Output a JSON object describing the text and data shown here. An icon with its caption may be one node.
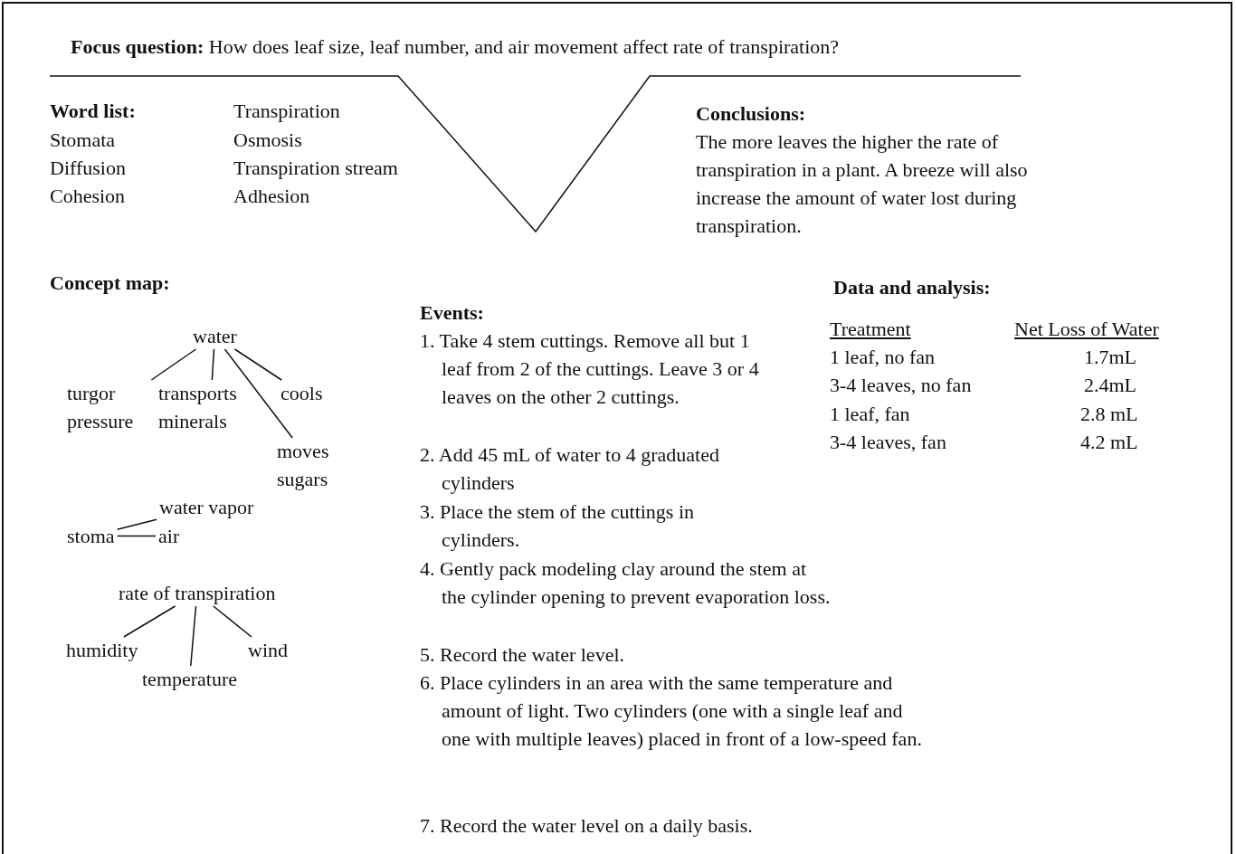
{
  "diagram": {
    "title": "**Focus question:** How does leaf size, leaf number, and air movement affect rate of transpiration?",
    "nodes": [
      {
        "text": [
          "water"
        ]
      },
      {
        "text": [
          "turgor pressure"
        ]
      },
      {
        "text": [
          "transports minerals"
        ]
      },
      {
        "text": [
          "cools"
        ]
      },
      {
        "text": [
          "moves sugars"
        ]
      },
      {
        "text": [
          "water vapor"
        ]
      },
      {
        "text": [
          "stoma"
        ]
      },
      {
        "text": [
          "air"
        ]
      },
      {
        "text": [
          "rate of transpiration"
        ]
      },
      {
        "text": [
          "humidity"
        ]
      },
      {
        "text": [
          "temperature"
        ]
      },
      {
        "text": [
          "wind"
        ]
      }
    ],
    "edges": [
      {
        "from": 0,
        "to": 1,
        "arrow": "none"
      },
      {
        "from": 0,
        "to": 2,
        "arrow": "none"
      },
      {
        "from": 0,
        "to": 3,
        "arrow": "none"
      },
      {
        "from": 0,
        "to": 4,
        "arrow": "none"
      },
      {
        "from": 6,
        "to": 5,
        "arrow": "none"
      },
      {
        "from": 6,
        "to": 7,
        "arrow": "none"
      },
      {
        "from": 8,
        "to": 9,
        "arrow": "none"
      },
      {
        "from": 8,
        "to": 10,
        "arrow": "none"
      },
      {
        "from": 8,
        "to": 11,
        "arrow": "none"
      }
    ],
    "labels": [
      "Word list:",
      "Transpiration",
      "Stomata",
      "Osmosis",
      "Diffusion",
      "Transpiration stream",
      "Cohesion",
      "Adhesion",
      "Conclusions:",
      "The more leaves the higher the rate of transpiration in a plant. A breeze will also increase the amount of water lost during transpiration.",
      "Concept map:",
      "Data and analysis:",
      "Treatment",
      "Net Loss of Water",
      "1 leaf, no fan",
      "1.7mL",
      "3-4 leaves, no fan",
      "2.4mL",
      "1 leaf, fan",
      "2.8 mL",
      "3-4 leaves, fan",
      "4.2 mL",
      "Events:",
      "1. Take 4 stem cuttings. Remove all but 1 leaf from 2 of the cuttings.  Leave 3 or 4 leaves on the other 2 cuttings.",
      "2. Add 45 mL of water to 4 graduated cylinders",
      "3. Place the stem of the cuttings in cylinders.",
      "4. Gently pack modeling clay around the stem at the cylinder opening to prevent evaporation loss.",
      "5. Record the water level.",
      "6. Place cylinders in an area with the same temperature and amount of light. Two cylinders (one with a single leaf and one with multiple leaves) placed in front of a low-speed fan.",
      "7. Record the water level on a daily basis."
    ]
  }
}
